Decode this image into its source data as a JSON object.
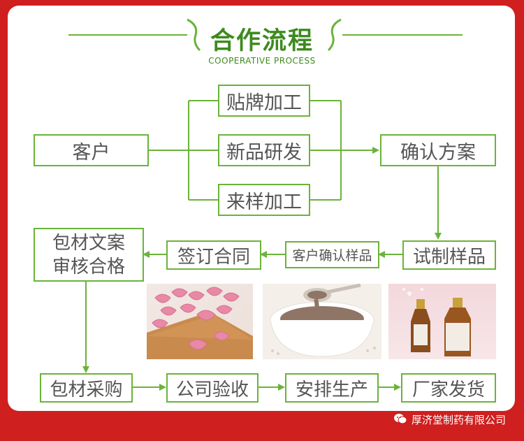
{
  "header": {
    "title": "合作流程",
    "subtitle": "COOPERATIVE PROCESS"
  },
  "nodes": {
    "customer": "客户",
    "oem_processing": "贴牌加工",
    "new_product_rd": "新品研发",
    "sample_processing": "来样加工",
    "confirm_plan": "确认方案",
    "trial_samples": "试制样品",
    "customer_confirm_samples": "客户确认样品",
    "sign_contract": "签订合同",
    "packaging_review": "包材文案审核合格",
    "packaging_review_line1": "包材文案",
    "packaging_review_line2": "审核合格",
    "packaging_purchase": "包材采购",
    "company_acceptance": "公司验收",
    "arrange_production": "安排生产",
    "factory_shipping": "厂家发货"
  },
  "footer": {
    "watermark": "厚济堂制药有限公司",
    "icon": "wechat-icon"
  },
  "colors": {
    "background": "#cf1f1f",
    "green": "#6bb33a",
    "title_green": "#3e8a1f",
    "text": "#555555"
  }
}
